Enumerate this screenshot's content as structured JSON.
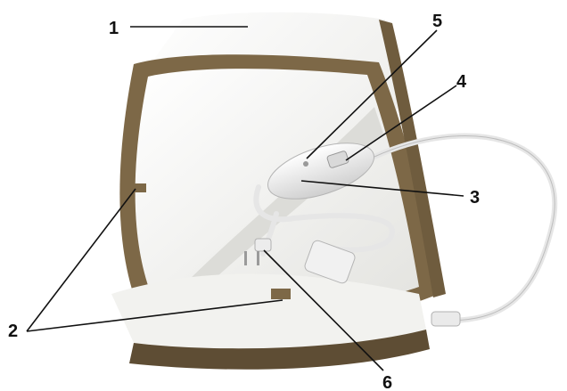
{
  "callouts": [
    {
      "label": "1"
    },
    {
      "label": "5"
    },
    {
      "label": "4"
    },
    {
      "label": "3"
    },
    {
      "label": "2"
    },
    {
      "label": "6"
    }
  ],
  "colors": {
    "fabric": "#f6f6f4",
    "fabric_shadow": "#dcdcd8",
    "trim": "#7d6847",
    "trim_dark": "#5e4d34",
    "controller": "#f2f2f2",
    "cord": "#e6e6e6",
    "ink": "#111111"
  },
  "icons": [
    "heated-blanket-illustration",
    "controller-icon",
    "power-plug-icon",
    "connector-icon"
  ]
}
